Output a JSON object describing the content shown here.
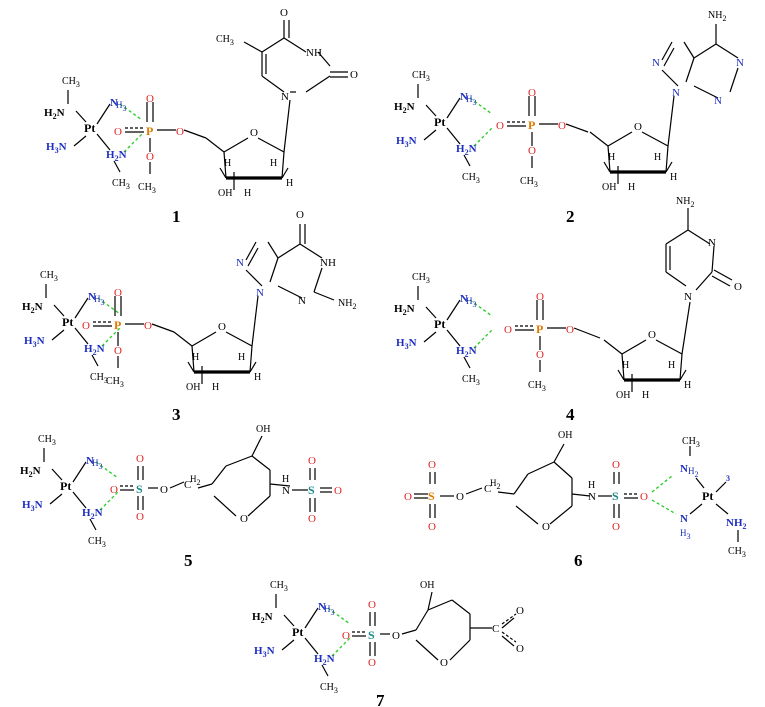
{
  "colors": {
    "nitrogen": "#1e2fbf",
    "oxygen": "#e02020",
    "phosphorus": "#e07a00",
    "sulfur": "#1e8a8a",
    "hbond": "#22cc22",
    "bond": "#000000"
  },
  "labels": {
    "CH3": "CH",
    "sub3": "3",
    "sub2": "2",
    "H": "H",
    "N": "N",
    "H2N": "H",
    "Pt": "Pt",
    "H3N": "H",
    "O": "O",
    "P": "P",
    "S": "S",
    "OH": "OH",
    "NH": "NH",
    "NH2": "NH",
    "C": "C"
  },
  "structures": [
    {
      "number": "1",
      "base": "thymine"
    },
    {
      "number": "2",
      "base": "adenine"
    },
    {
      "number": "3",
      "base": "guanine"
    },
    {
      "number": "4",
      "base": "cytosine"
    },
    {
      "number": "5",
      "backbone": "sulfate sugar"
    },
    {
      "number": "6",
      "backbone": "sulfate sugar"
    },
    {
      "number": "7",
      "backbone": "sulfate sugar"
    }
  ]
}
